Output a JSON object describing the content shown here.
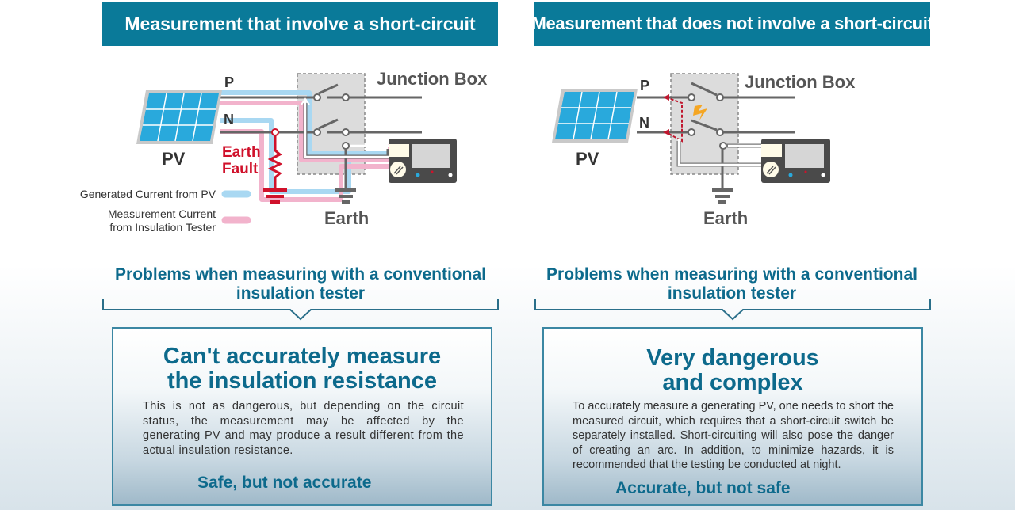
{
  "colors": {
    "header_bg": "#0a7a99",
    "accent_text": "#0d6a8c",
    "pv_blue": "#29a9dc",
    "generated_current": "#a9d8f2",
    "measurement_current": "#f2b3cc",
    "earth_fault_red": "#d0112b",
    "wire_gray": "#666666",
    "arc_orange": "#f5a623"
  },
  "left": {
    "header": "Measurement that involve a short-circuit",
    "diagram": {
      "label_p": "P",
      "label_n": "N",
      "label_pv": "PV",
      "label_junction_box": "Junction Box",
      "label_earth_fault_1": "Earth",
      "label_earth_fault_2": "Fault",
      "label_earth": "Earth",
      "legend": [
        {
          "label": "Generated Current from PV",
          "color": "#a9d8f2"
        },
        {
          "label_line1": "Measurement Current",
          "label_line2": "from Insulation Tester",
          "color": "#f2b3cc"
        }
      ]
    },
    "problem_title": "Problems when measuring with a conventional insulation tester",
    "box": {
      "title_line1": "Can't accurately measure",
      "title_line2": "the insulation resistance",
      "description": "This is not as dangerous, but depending on the circuit status, the measurement may be affected by the generating PV and may produce a result different from the actual insulation resistance.",
      "verdict": "Safe, but not accurate"
    }
  },
  "right": {
    "header": "Measurement that does not involve a short-circuit",
    "diagram": {
      "label_p": "P",
      "label_n": "N",
      "label_pv": "PV",
      "label_junction_box": "Junction Box",
      "label_earth": "Earth"
    },
    "problem_title": "Problems when measuring with a conventional insulation tester",
    "box": {
      "title_line1": "Very dangerous",
      "title_line2": "and complex",
      "description": "To accurately measure a generating PV, one needs to short the measured circuit, which requires that a short-circuit switch be separately installed.  Short-circuiting will also pose the danger of creating an arc.  In addition, to minimize hazards, it is recommended that the testing be conducted at night.",
      "verdict": "Accurate, but not safe"
    }
  }
}
